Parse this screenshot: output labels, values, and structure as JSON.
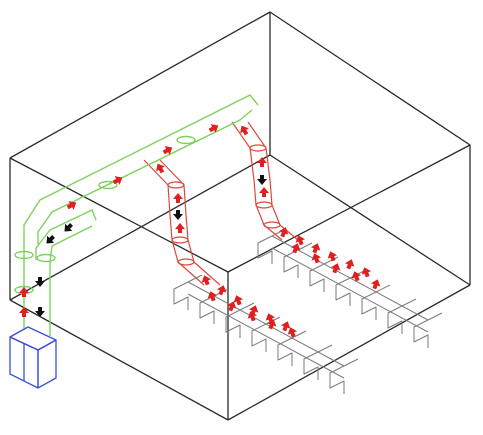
{
  "diagram": {
    "colors": {
      "room_edge": "#2a2a2a",
      "supply_duct": "#7ad35a",
      "return_duct": "#e0463b",
      "air_handler": "#3a4fd8",
      "bench": "#7a7a7a",
      "flow_return": "#e02020",
      "flow_supply_down": "#111111"
    },
    "components": {
      "room": "room-enclosure",
      "air_handler": "air-handler-unit",
      "supply_duct": "supply-duct",
      "return_ducts": [
        "return-drop-left",
        "return-drop-right"
      ],
      "benches": [
        "bench-left",
        "bench-right"
      ]
    },
    "icons": {
      "flow_arrow": "flow-arrow-icon"
    }
  }
}
